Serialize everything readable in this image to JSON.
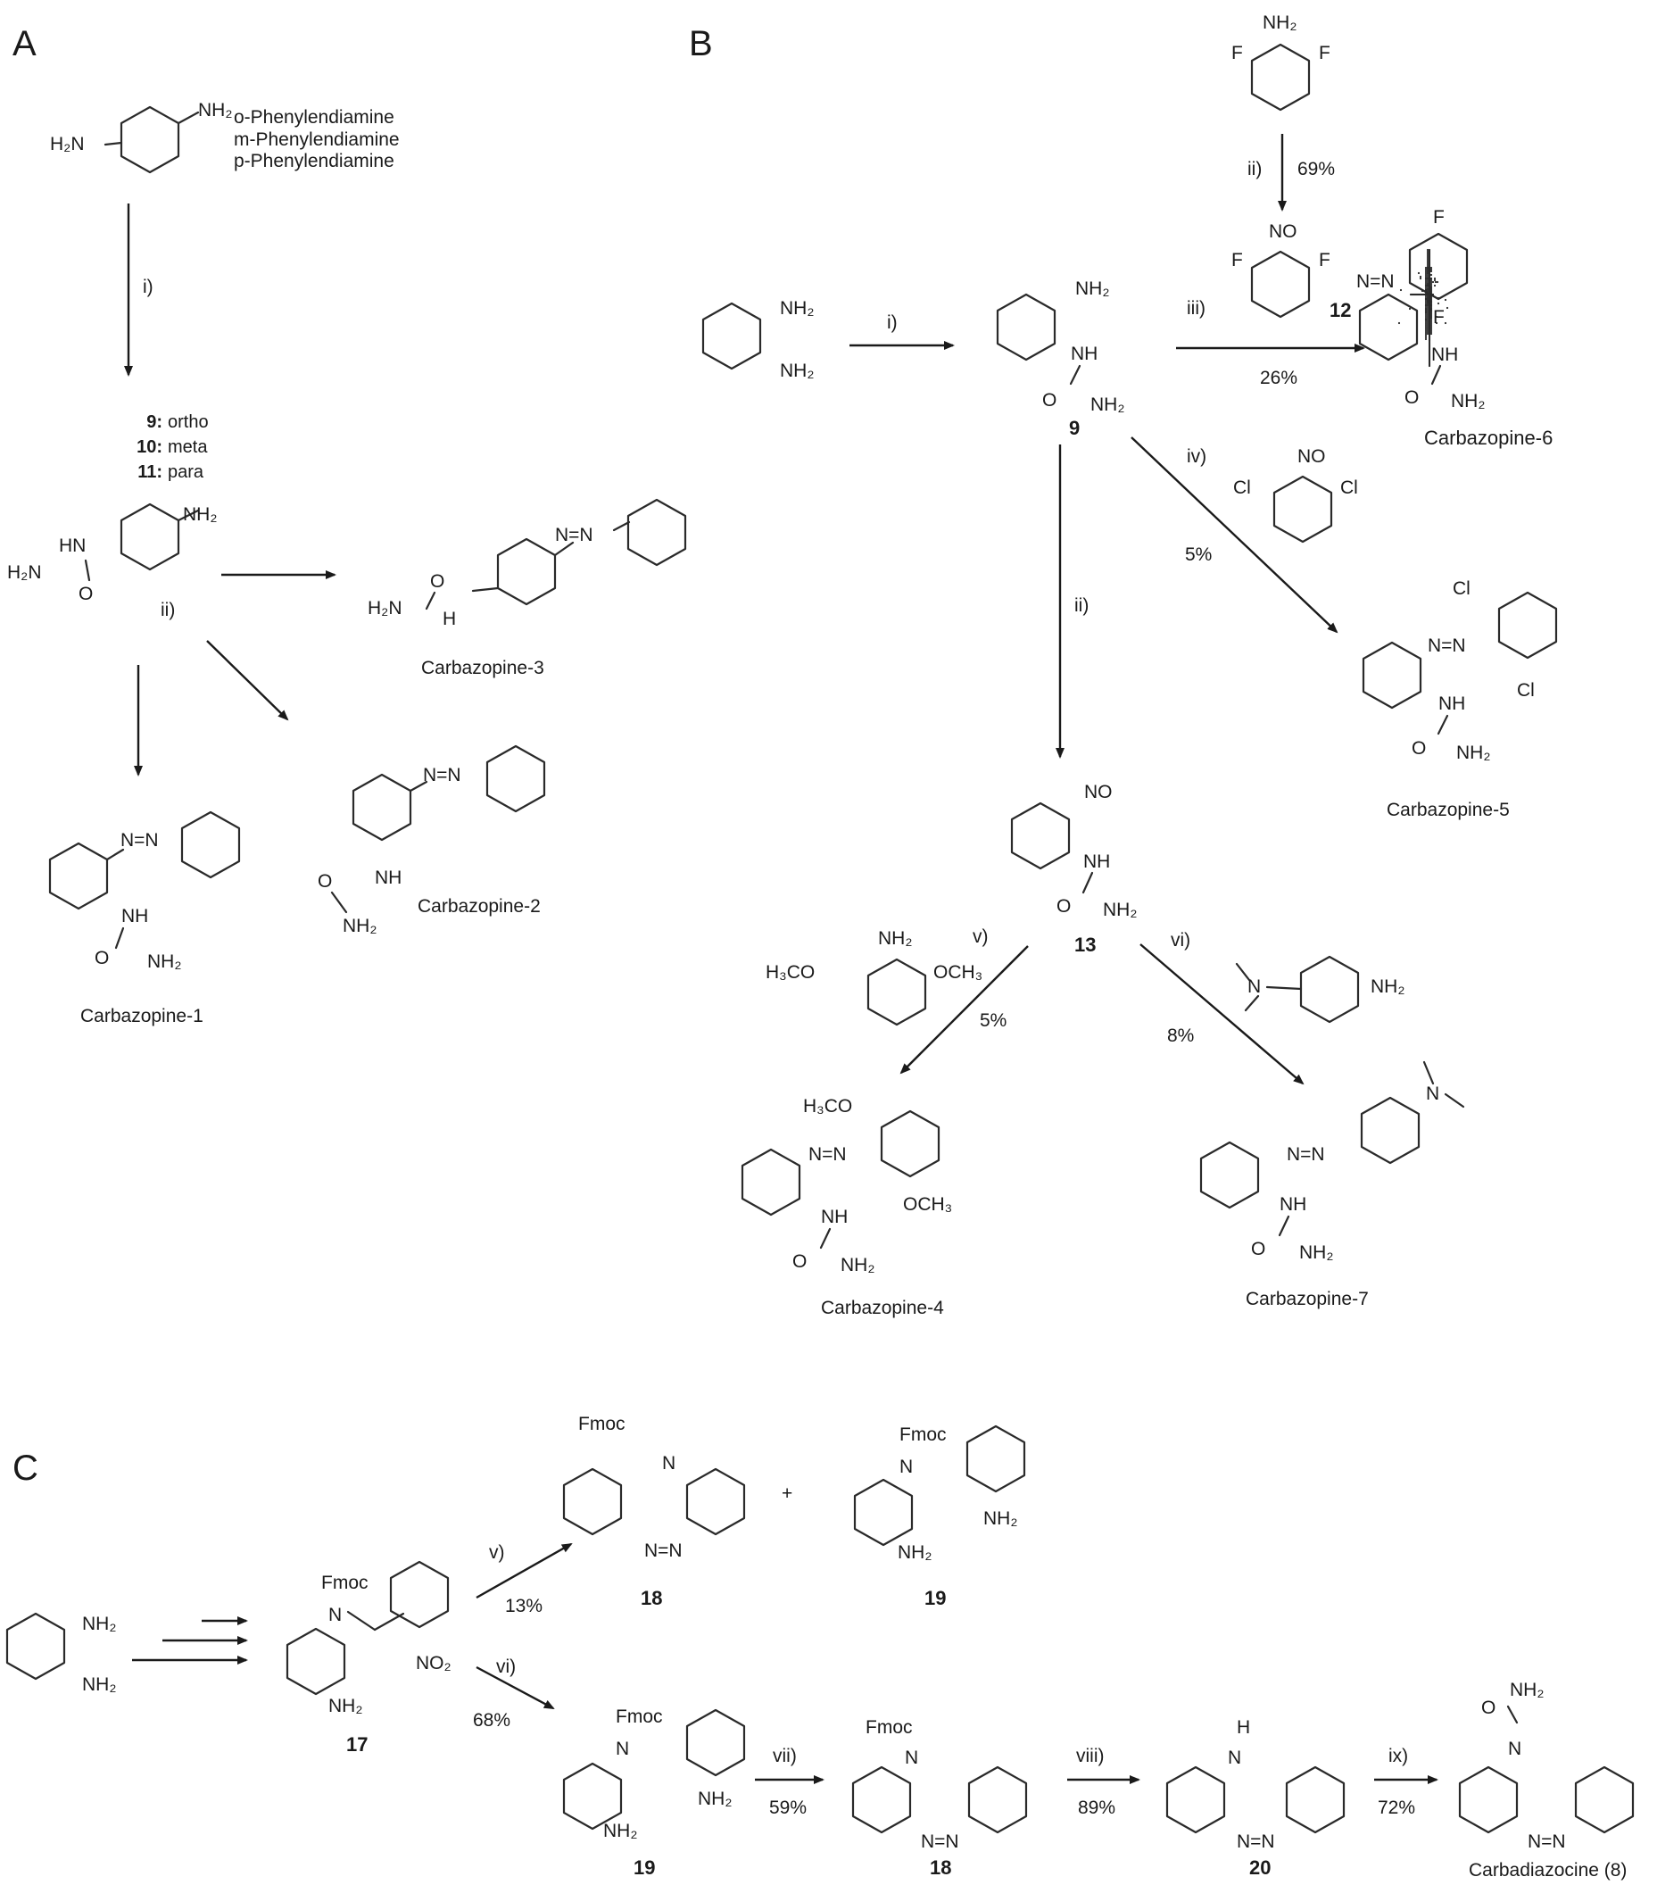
{
  "panels": {
    "a": "A",
    "b": "B",
    "c": "C"
  },
  "colors": {
    "ink": "#1a1a1a",
    "bond": "#2a2a2a",
    "background": "#ffffff"
  },
  "panel_a": {
    "isomers": [
      "o-Phenylendiamine",
      "m-Phenylendiamine",
      "p-Phenylendiamine"
    ],
    "step1": "i)",
    "ureas": [
      {
        "num": "9:",
        "pos": "ortho"
      },
      {
        "num": "10:",
        "pos": "meta"
      },
      {
        "num": "11:",
        "pos": "para"
      }
    ],
    "step2": "ii)",
    "products": {
      "c1": "Carbazopine-1",
      "c2": "Carbazopine-2",
      "c3": "Carbazopine-3"
    }
  },
  "panel_b": {
    "step_i": "i)",
    "cmp9": "9",
    "step_ii_top": "ii)",
    "yield_top": "69%",
    "cmp12": "12",
    "step_iii": "iii)",
    "yield_c6": "26%",
    "c6": "Carbazopine-6",
    "step_iv": "iv)",
    "yield_c5": "5%",
    "c5": "Carbazopine-5",
    "step_ii_mid": "ii)",
    "cmp13": "13",
    "step_v": "v)",
    "yield_c4": "5%",
    "c4": "Carbazopine-4",
    "step_vi": "vi)",
    "yield_c7": "8%",
    "c7": "Carbazopine-7"
  },
  "panel_c": {
    "cmp17": "17",
    "cmp18": "18",
    "cmp19": "19",
    "cmp20": "20",
    "plus": "+",
    "step_v": "v)",
    "yield_v": "13%",
    "step_vi": "vi)",
    "yield_vi": "68%",
    "step_vii": "vii)",
    "yield_vii": "59%",
    "step_viii": "viii)",
    "yield_viii": "89%",
    "step_ix": "ix)",
    "yield_ix": "72%",
    "final": "Carbadiazocine (8)"
  },
  "atoms": {
    "nh2": "NH₂",
    "h2n": "H₂N",
    "nh": "NH",
    "hn": "HN",
    "h": "H",
    "n": "N",
    "o": "O",
    "no": "NO",
    "no2": "NO₂",
    "f": "F",
    "cl": "Cl",
    "eq": "N=N",
    "och3": "OCH₃",
    "h3co": "H₃CO",
    "fmoc": "Fmoc"
  }
}
